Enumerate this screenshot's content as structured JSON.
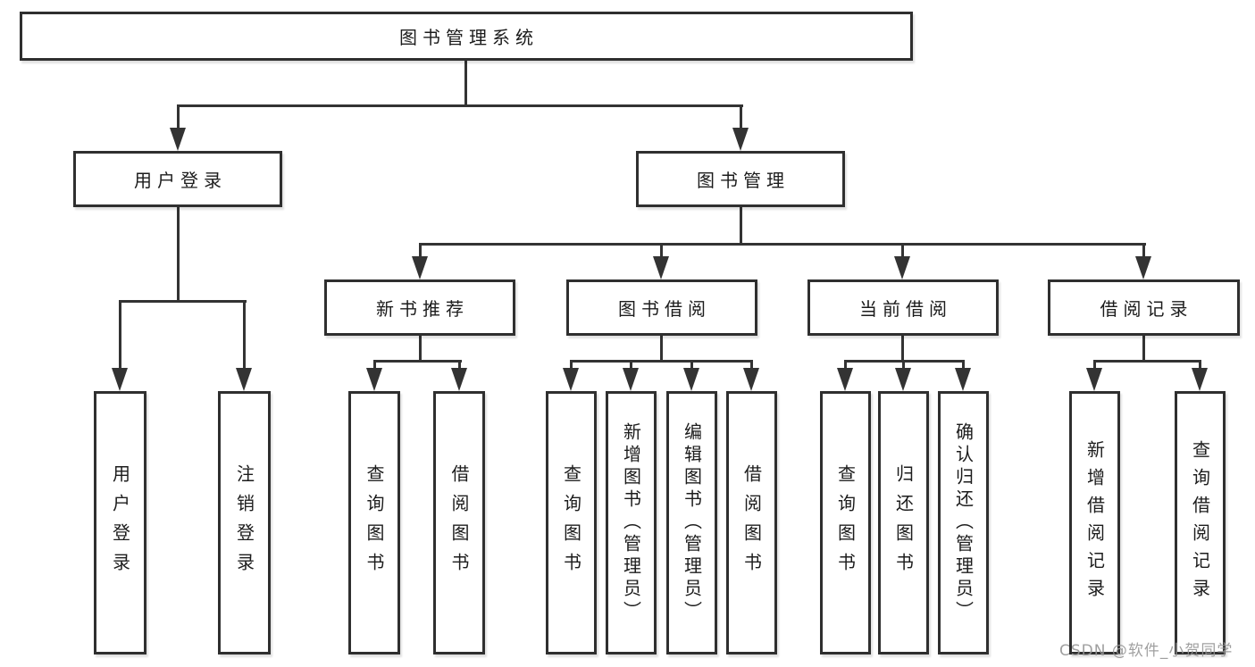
{
  "diagram": {
    "root": "图书管理系统",
    "branches": [
      {
        "label": "用户登录",
        "children": [
          {
            "label": "用户登录"
          },
          {
            "label": "注销登录"
          }
        ]
      },
      {
        "label": "图书管理",
        "children": [
          {
            "label": "新书推荐",
            "children": [
              {
                "label": "查询图书"
              },
              {
                "label": "借阅图书"
              }
            ]
          },
          {
            "label": "图书借阅",
            "children": [
              {
                "label": "查询图书"
              },
              {
                "label": "新增图书（管理员）"
              },
              {
                "label": "编辑图书（管理员）"
              },
              {
                "label": "借阅图书"
              }
            ]
          },
          {
            "label": "当前借阅",
            "children": [
              {
                "label": "查询图书"
              },
              {
                "label": "归还图书"
              },
              {
                "label": "确认归还（管理员）"
              }
            ]
          },
          {
            "label": "借阅记录",
            "children": [
              {
                "label": "新增借阅记录"
              },
              {
                "label": "查询借阅记录"
              }
            ]
          }
        ]
      }
    ]
  },
  "watermark": "CSDN @软件_小贺同学",
  "colors": {
    "line": "#333333",
    "border": "#2f2f2f",
    "background": "#ffffff",
    "watermark": "#969696"
  }
}
